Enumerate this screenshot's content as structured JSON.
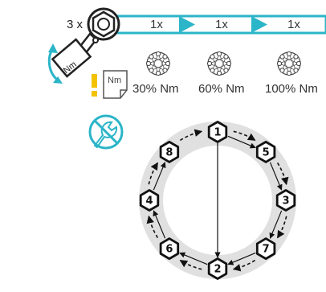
{
  "torque_sequence": {
    "repeat_label": "3 x",
    "passes": [
      {
        "count": "1x",
        "percent": "30% Nm"
      },
      {
        "count": "1x",
        "percent": "60% Nm"
      },
      {
        "count": "1x",
        "percent": "100% Nm"
      }
    ]
  },
  "wrench_unit": "Nm",
  "document_unit": "Nm",
  "bolt_order": [
    "1",
    "5",
    "3",
    "7",
    "2",
    "6",
    "4",
    "8"
  ],
  "colors": {
    "accent": "#2bb5c8",
    "warning": "#f2c200",
    "outline": "#222222",
    "ring": "#e0e0e0"
  }
}
